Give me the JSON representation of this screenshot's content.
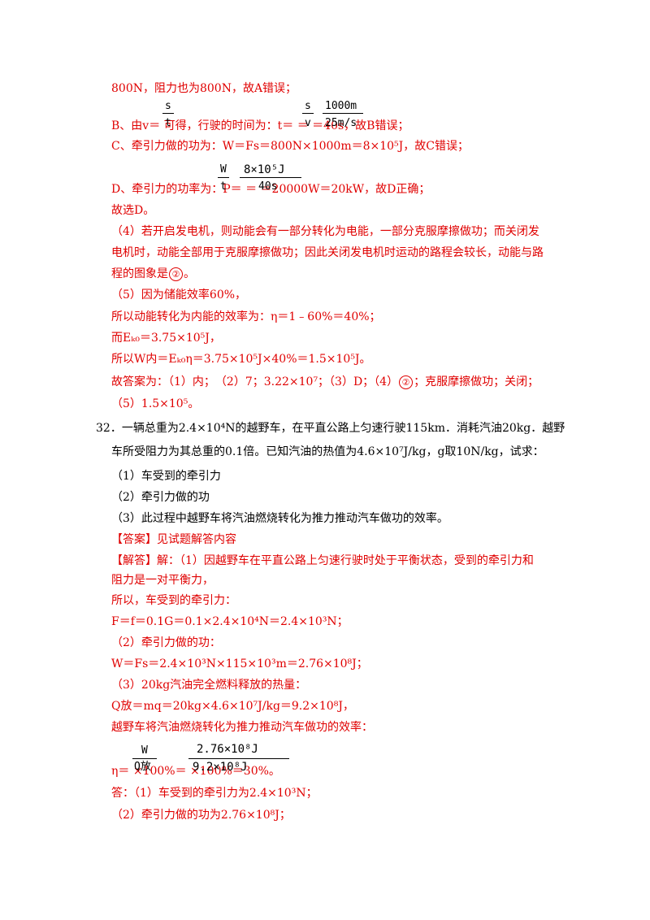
{
  "lines": {
    "l1": "800N，阻力也为800N，故A错误；",
    "l2": "B、由v＝  可得，行驶的时间为：t＝  ＝         ＝40s，故B错误；",
    "l3": "C、牵引力做的功为：W＝Fs＝800N×1000m＝8×10⁵J，故C错误；",
    "l4": "D、牵引力的功率为：P＝  ＝           ＝20000W＝20kW，故D正确；",
    "l5": "故选D。",
    "l6": "（4）若开启发电机，则动能会有一部分转化为电能，一部分克服摩擦做功；而关闭发",
    "l7": "电机时，动能全部用于克服摩擦做功；因此关闭发电机时运动的路程会较长，动能与路",
    "l8a": "程的图象是",
    "l8b": "②",
    "l8c": "。",
    "l9": "（5）因为储能效率60%，",
    "l10": "所以动能转化为内能的效率为：η＝1﹣60%＝40%；",
    "l11": "而Eₖ₀＝3.75×10⁵J，",
    "l12": "所以W内＝Eₖ₀η＝3.75×10⁵J×40%＝1.5×10⁵J。",
    "l13a": "故答案为：（1）内；　（2）7；3.22×10⁷；（3）D；（4）",
    "l13b": "②",
    "l13c": "；克服摩擦做功；关闭；",
    "l14": "（5）1.5×10⁵。",
    "q32_1": "32．一辆总重为2.4×10⁴N的越野车，在平直公路上匀速行驶115km．消耗汽油20kg．越野",
    "q32_2": "车所受阻力为其总重的0.1倍。已知汽油的热值为4.6×10⁷J/kg，g取10N/kg，试求：",
    "q32_3": "（1）车受到的牵引力",
    "q32_4": "（2）牵引力做的功",
    "q32_5": "（3）此过程中越野车将汽油燃烧转化为推力推动汽车做功的效率。",
    "ans": "【答案】见试题解答内容",
    "sol1": "【解答】解：（1）因越野车在平直公路上匀速行驶时处于平衡状态，受到的牵引力和",
    "sol2": "阻力是一对平衡力，",
    "sol3": "所以，车受到的牵引力：",
    "sol4": "F＝f＝0.1G＝0.1×2.4×10⁴N＝2.4×10³N；",
    "sol5": "（2）牵引力做的功：",
    "sol6": "W＝Fs＝2.4×10³N×115×10³m＝2.76×10⁸J；",
    "sol7": "（3）20kg汽油完全燃料释放的热量：",
    "sol8": "Q放＝mq＝20kg×4.6×10⁷J/kg＝9.2×10⁸J，",
    "sol9": "越野车将汽油燃烧转化为推力推动汽车做功的效率：",
    "sol10": "η＝    ×100%＝                  ×100%＝30%。",
    "sol11": "答：（1）车受到的牵引力为2.4×10³N；",
    "sol12": "（2）牵引力做的功为2.76×10⁸J；"
  },
  "fractions": {
    "b_num1": "s",
    "b_den1": "t",
    "b_num2": "s",
    "b_den2": "v",
    "b_num3": "1000m",
    "b_den3": "25m/s",
    "d_num1": "W",
    "d_den1": "t",
    "d_num2": "8×10⁵J",
    "d_den2": "40s",
    "e_num1": "W",
    "e_den1": "Q放",
    "e_num2": "2.76×10⁸J",
    "e_den2": "9.2×10⁸J"
  }
}
